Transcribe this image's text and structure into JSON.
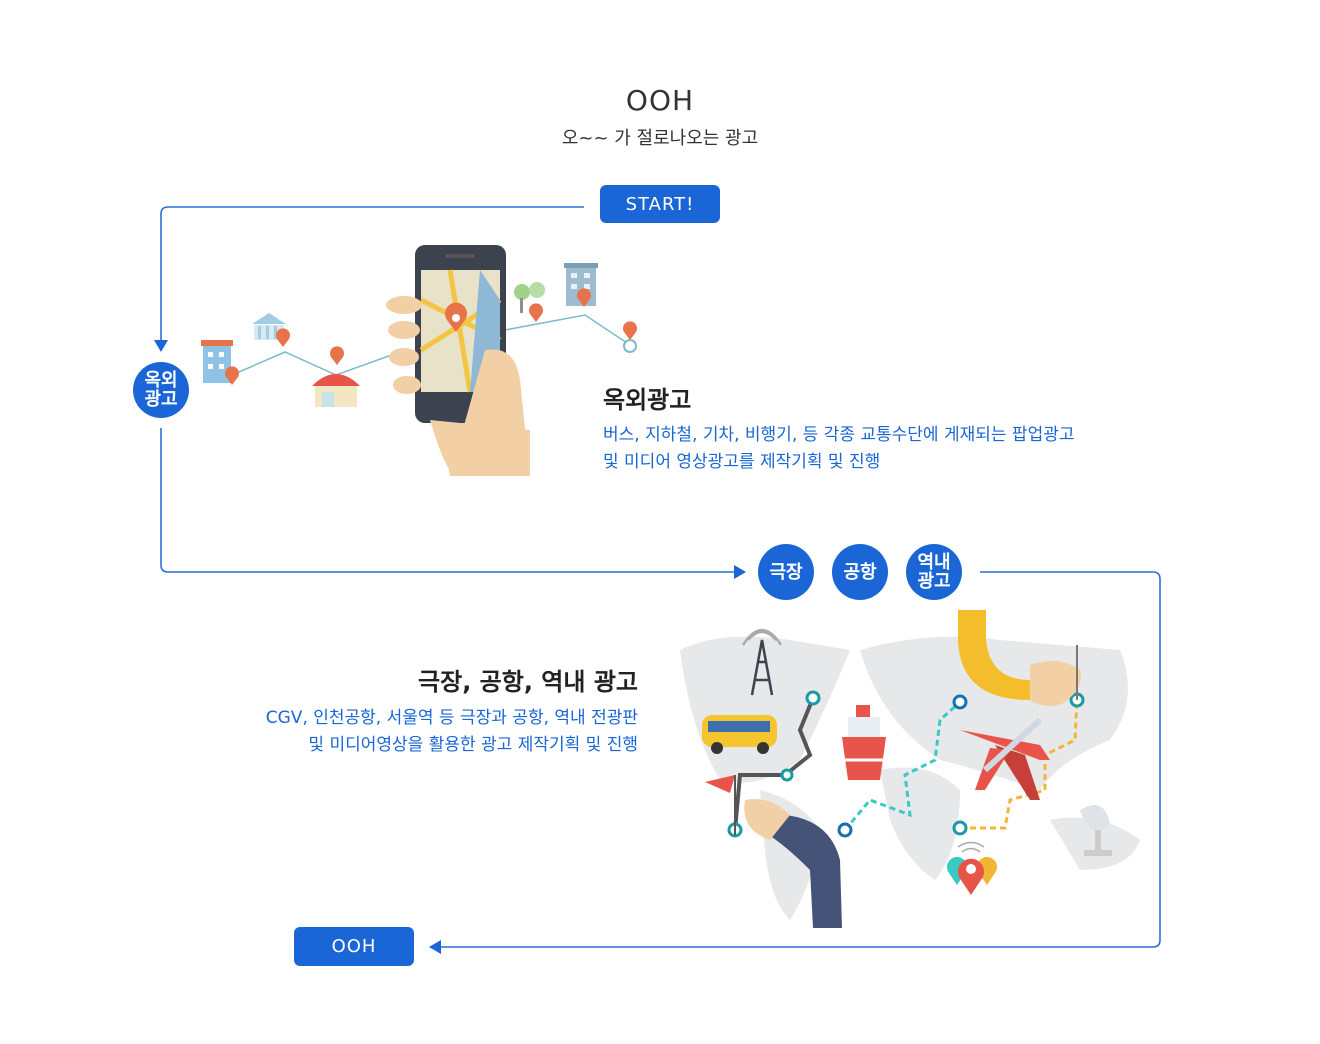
{
  "header": {
    "title": "OOH",
    "subtitle": "오~~ 가 절로나오는 광고"
  },
  "start_button": "START!",
  "end_button": "OOH",
  "section_outdoor": {
    "badge_line1": "옥외",
    "badge_line2": "광고",
    "heading": "옥외광고",
    "desc_line1": "버스, 지하철, 기차, 비행기, 등 각종 교통수단에 게재되는 팝업광고",
    "desc_line2": "및 미디어 영상광고를 제작기획 및 진행"
  },
  "section_venue": {
    "badges": [
      "극장",
      "공항"
    ],
    "badge3_line1": "역내",
    "badge3_line2": "광고",
    "heading": "극장, 공항, 역내 광고",
    "desc_line1": "CGV, 인천공항, 서울역 등 극장과 공항, 역내 전광판",
    "desc_line2": "및 미디어영상을 활용한 광고 제작기획 및 진행"
  },
  "colors": {
    "accent": "#1a66d6",
    "line": "#2a6fd6",
    "pin": "#e8734a"
  }
}
